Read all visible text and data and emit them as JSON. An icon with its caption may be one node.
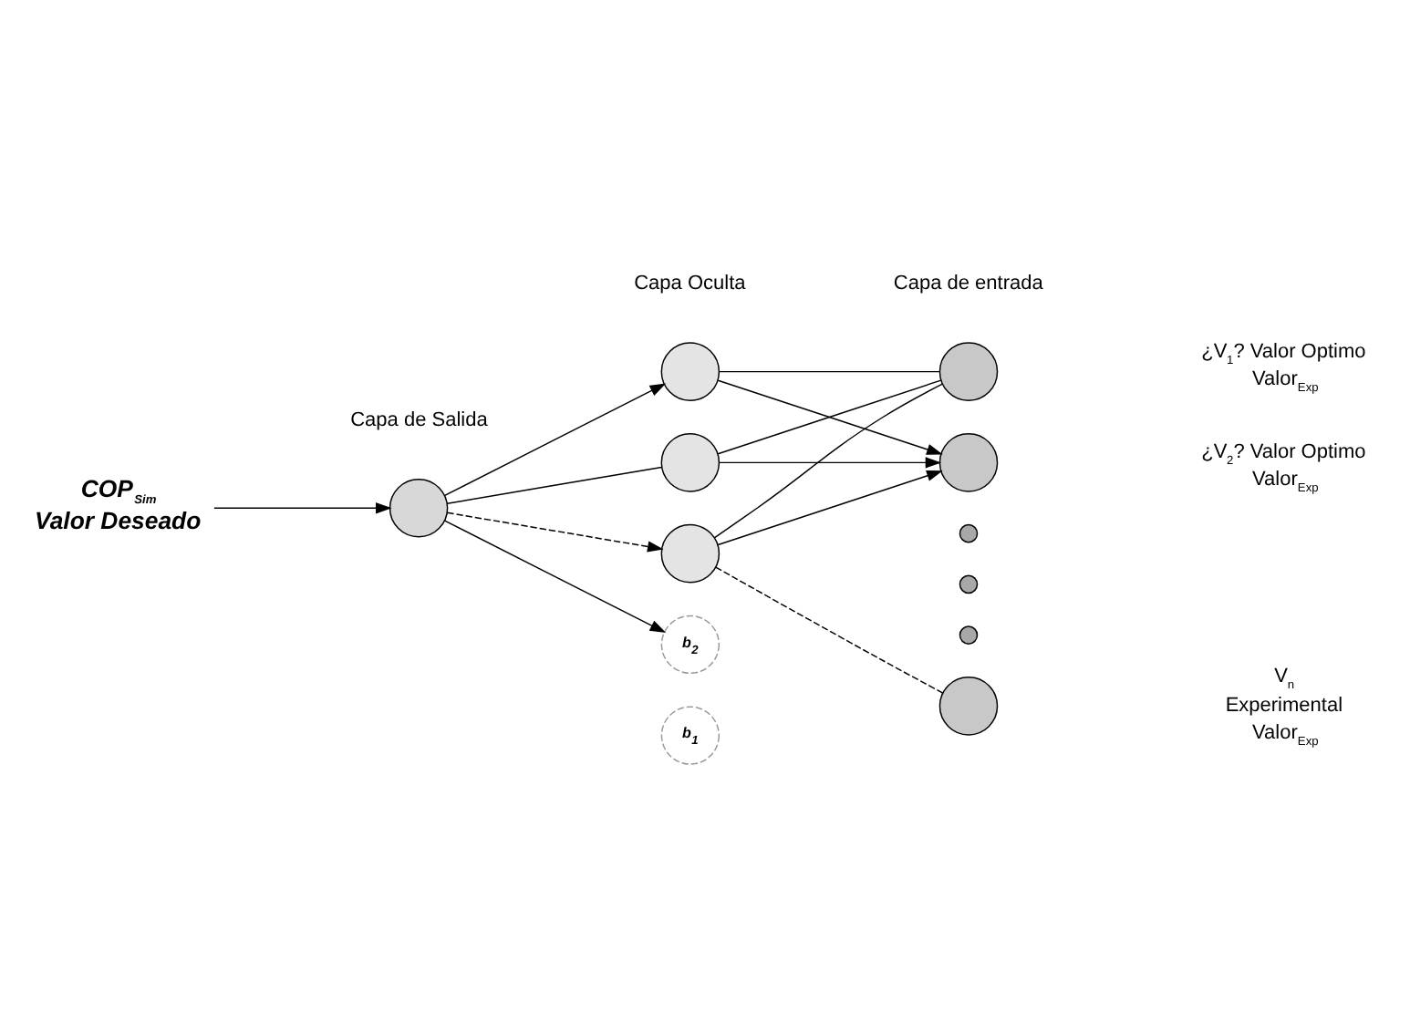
{
  "diagram": {
    "nodes": [
      {
        "text": [
          "COP$_{Sim}$ Valor Deseado"
        ]
      },
      {
        "text": [],
        "shape": "circle"
      },
      {
        "text": [],
        "shape": "circle"
      },
      {
        "text": [],
        "shape": "circle"
      },
      {
        "text": [],
        "shape": "circle"
      },
      {
        "text": [],
        "shape": "circle",
        "beside": [
          "¿V$_{1}$? Valor Optimo",
          "Valor$_{Exp}$"
        ]
      },
      {
        "text": [],
        "shape": "circle",
        "beside": [
          "¿V$_{2}$? Valor Optimo",
          "Valor$_{Exp}$"
        ]
      },
      {
        "text": [],
        "shape": "circle"
      },
      {
        "text": [],
        "shape": "circle"
      },
      {
        "text": [],
        "shape": "circle"
      },
      {
        "text": [],
        "shape": "circle",
        "beside": [
          "V$_{n}$ Experimental",
          "Valor$_{Exp}$"
        ]
      },
      {
        "text": [
          "b$_{2}$"
        ]
      },
      {
        "text": [
          "b$_{1}$"
        ]
      }
    ],
    "edges": [
      {
        "from": 0,
        "to": 1,
        "arrow": "to"
      },
      {
        "from": 1,
        "to": 11,
        "arrow": "to"
      },
      {
        "from": 1,
        "to": 2,
        "arrow": "to"
      },
      {
        "from": 1,
        "to": 3,
        "arrow": "none"
      },
      {
        "from": 1,
        "to": 4,
        "arrow": "to",
        "style": "dashed"
      },
      {
        "from": 2,
        "to": 5,
        "arrow": "none"
      },
      {
        "from": 2,
        "to": 6,
        "arrow": "to"
      },
      {
        "from": 3,
        "to": 5,
        "arrow": "none"
      },
      {
        "from": 3,
        "to": 6,
        "arrow": "to"
      },
      {
        "from": 4,
        "to": 5,
        "arrow": "none"
      },
      {
        "from": 4,
        "to": 6,
        "arrow": "to"
      },
      {
        "from": 4,
        "to": 10,
        "arrow": "none",
        "style": "dashed"
      }
    ],
    "labels": [
      "Capa de Salida",
      "Capa Oculta",
      "Capa de entrada"
    ]
  }
}
